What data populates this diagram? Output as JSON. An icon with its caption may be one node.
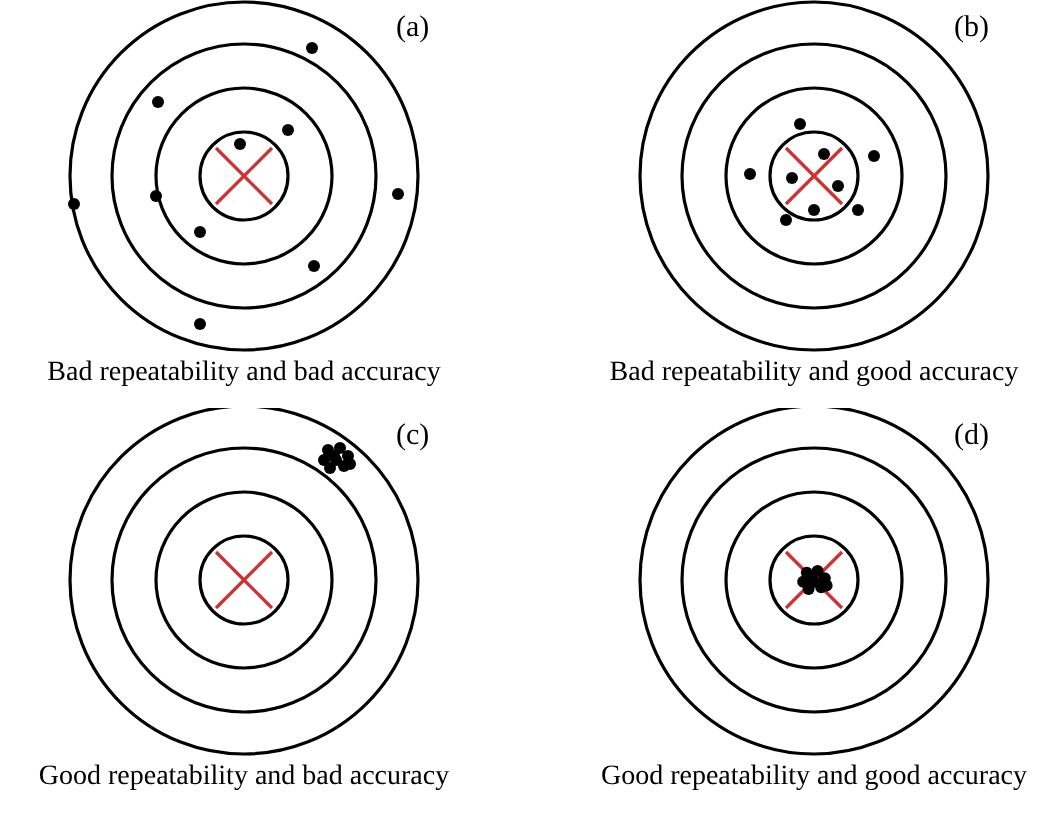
{
  "diagram": {
    "labels": [
      "(a)",
      "Bad repeatability and bad accuracy",
      "(b)",
      "Bad repeatability and good accuracy",
      "(c)",
      "Good repeatability and bad accuracy",
      "(d)",
      "Good repeatability and good accuracy"
    ]
  }
}
